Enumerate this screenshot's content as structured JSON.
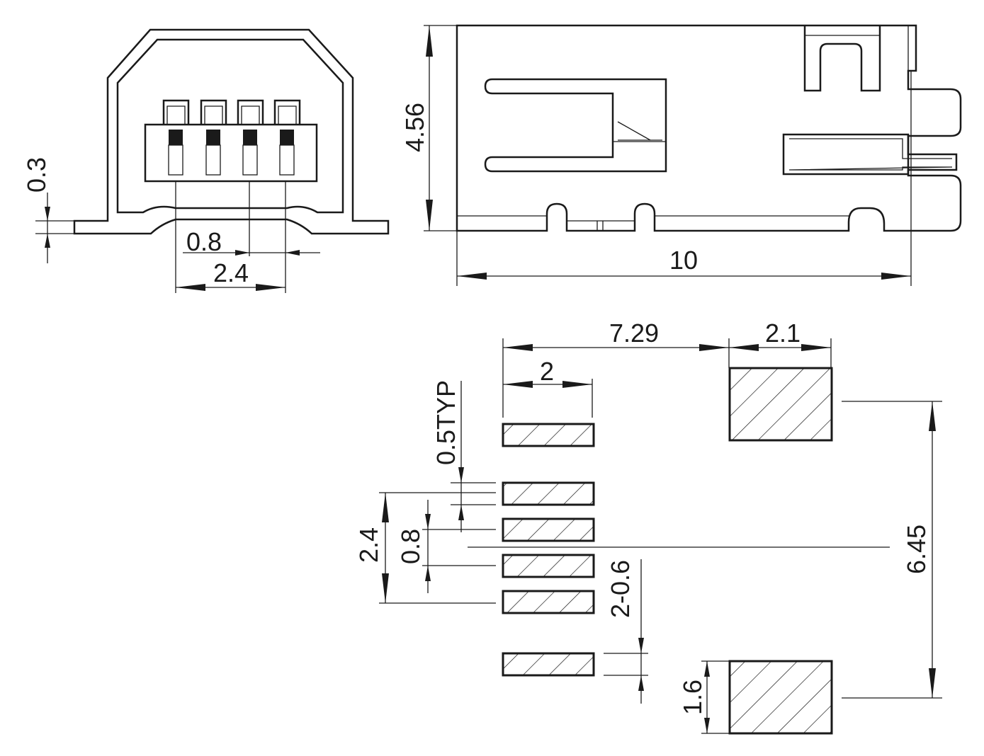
{
  "dimensions": {
    "front_thickness": "0.3",
    "front_pin_pitch": "0.8",
    "front_pin_span": "2.4",
    "side_height": "4.56",
    "side_length": "10",
    "pad_row_offset": "7.29",
    "large_pad_width": "2.1",
    "signal_pad_length": "2",
    "signal_pad_width_typ": "0.5TYP",
    "signal_pad_span": "2.4",
    "signal_pad_pitch": "0.8",
    "locating_pad_gap": "2-0.6",
    "large_pad_spacing": "6.45",
    "large_pad_height": "1.6"
  },
  "colors": {
    "line": "#1a1a1a",
    "background": "#ffffff"
  }
}
